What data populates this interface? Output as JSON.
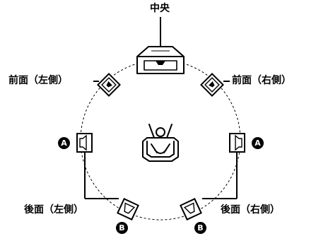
{
  "labels": {
    "center": "中央",
    "front_left": "前面（左側）",
    "front_right": "前面（右側）",
    "rear_left": "後面（左側）",
    "rear_right": "後面（右側）"
  },
  "badges": {
    "side_left": "A",
    "side_right": "A",
    "rear_left": "B",
    "rear_right": "B"
  },
  "icons": {
    "listener": "listener-chair-icon",
    "center_speaker": "center-speaker-icon",
    "front_speaker": "front-speaker-icon",
    "side_speaker": "side-speaker-icon",
    "rear_speaker": "rear-speaker-icon"
  }
}
